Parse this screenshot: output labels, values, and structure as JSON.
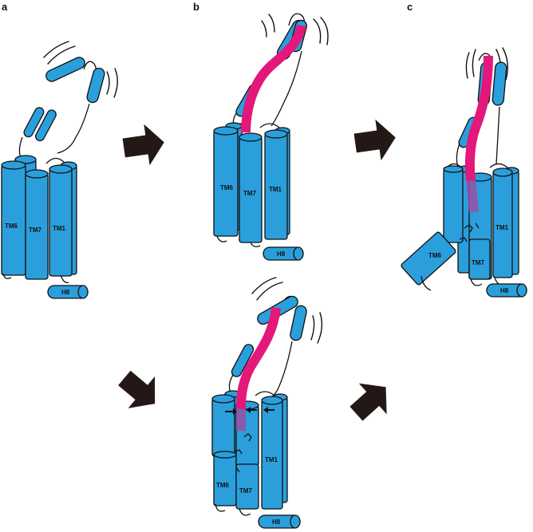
{
  "panels": {
    "a": "a",
    "b": "b",
    "c": "c"
  },
  "helix_labels": {
    "tm6": "TM6",
    "tm7": "TM7",
    "tm1": "TM1",
    "h8": "H8"
  },
  "colors": {
    "helix": "#2a9fdc",
    "peptide": "#e3187a",
    "peptide_buried": "#9a4fa6",
    "arrow": "#231815"
  },
  "icons": [
    "flow-arrow-icon"
  ]
}
